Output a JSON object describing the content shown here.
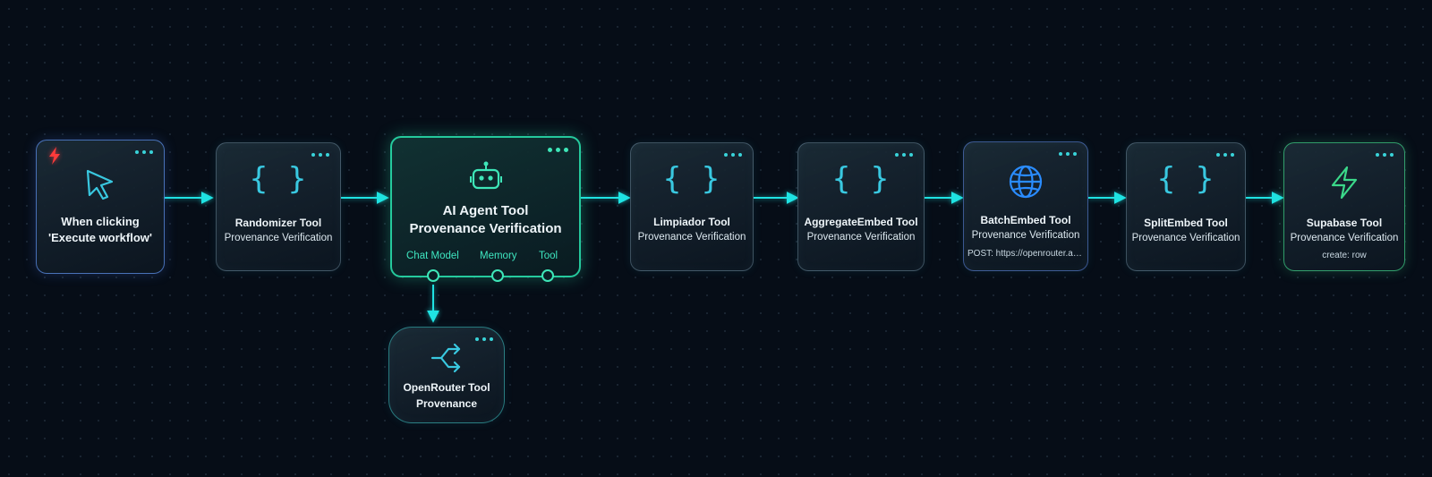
{
  "colors": {
    "wire": "#1fe3e3",
    "accent_green": "#3ee6b8",
    "trigger_red": "#ff3b3b",
    "globe_blue": "#2a8cff"
  },
  "nodes": {
    "trigger": {
      "title": "When clicking 'Execute workflow'",
      "icon": "cursor-icon",
      "badge_icon": "lightning-icon"
    },
    "randomizer": {
      "title": "Randomizer Tool",
      "subtitle": "Provenance Verification",
      "icon": "braces-icon"
    },
    "agent": {
      "title": "AI Agent Tool",
      "subtitle": "Provenance Verification",
      "icon": "robot-icon",
      "ports": [
        "Chat Model",
        "Memory",
        "Tool"
      ]
    },
    "limpiador": {
      "title": "Limpiador Tool",
      "subtitle": "Provenance Verification",
      "icon": "braces-icon"
    },
    "aggregate": {
      "title": "AggregateEmbed Tool",
      "subtitle": "Provenance Verification",
      "icon": "braces-icon"
    },
    "batch": {
      "title": "BatchEmbed Tool",
      "subtitle": "Provenance Verification",
      "detail": "POST: https://openrouter.ai/...",
      "icon": "globe-icon"
    },
    "split": {
      "title": "SplitEmbed Tool",
      "subtitle": "Provenance Verification",
      "icon": "braces-icon"
    },
    "supabase": {
      "title": "Supabase Tool",
      "subtitle": "Provenance Verification",
      "detail": "create: row",
      "icon": "supabase-icon"
    },
    "openrouter": {
      "title": "OpenRouter Tool",
      "subtitle": "Provenance",
      "icon": "router-icon"
    }
  },
  "braces_glyph": "{ }"
}
